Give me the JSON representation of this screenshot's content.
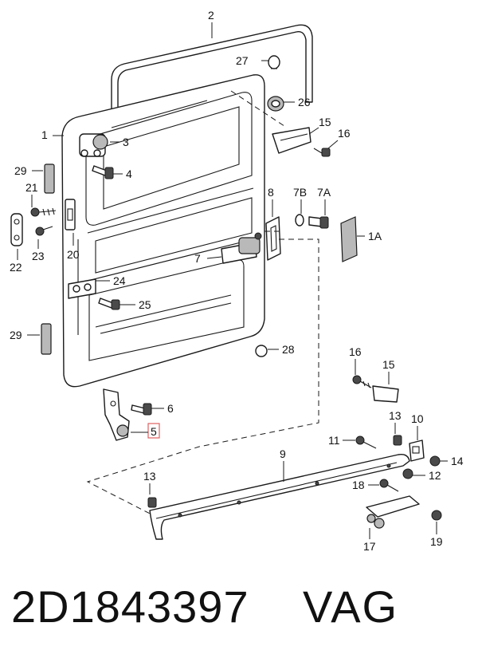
{
  "labels": {
    "l1": "1",
    "l1A": "1A",
    "l2": "2",
    "l3": "3",
    "l4": "4",
    "l5": "5",
    "l6": "6",
    "l7": "7",
    "l7A": "7A",
    "l7B": "7B",
    "l8": "8",
    "l9": "9",
    "l10": "10",
    "l11": "11",
    "l12": "12",
    "l13a": "13",
    "l13b": "13",
    "l14": "14",
    "l15a": "15",
    "l15b": "15",
    "l16a": "16",
    "l16b": "16",
    "l17": "17",
    "l18": "18",
    "l19": "19",
    "l20": "20",
    "l21": "21",
    "l22": "22",
    "l23": "23",
    "l24": "24",
    "l25": "25",
    "l26": "26",
    "l27": "27",
    "l28": "28",
    "l29a": "29",
    "l29b": "29"
  },
  "footer": {
    "part_number": "2D1843397",
    "brand": "VAG"
  },
  "highlight_color": "#e06060"
}
